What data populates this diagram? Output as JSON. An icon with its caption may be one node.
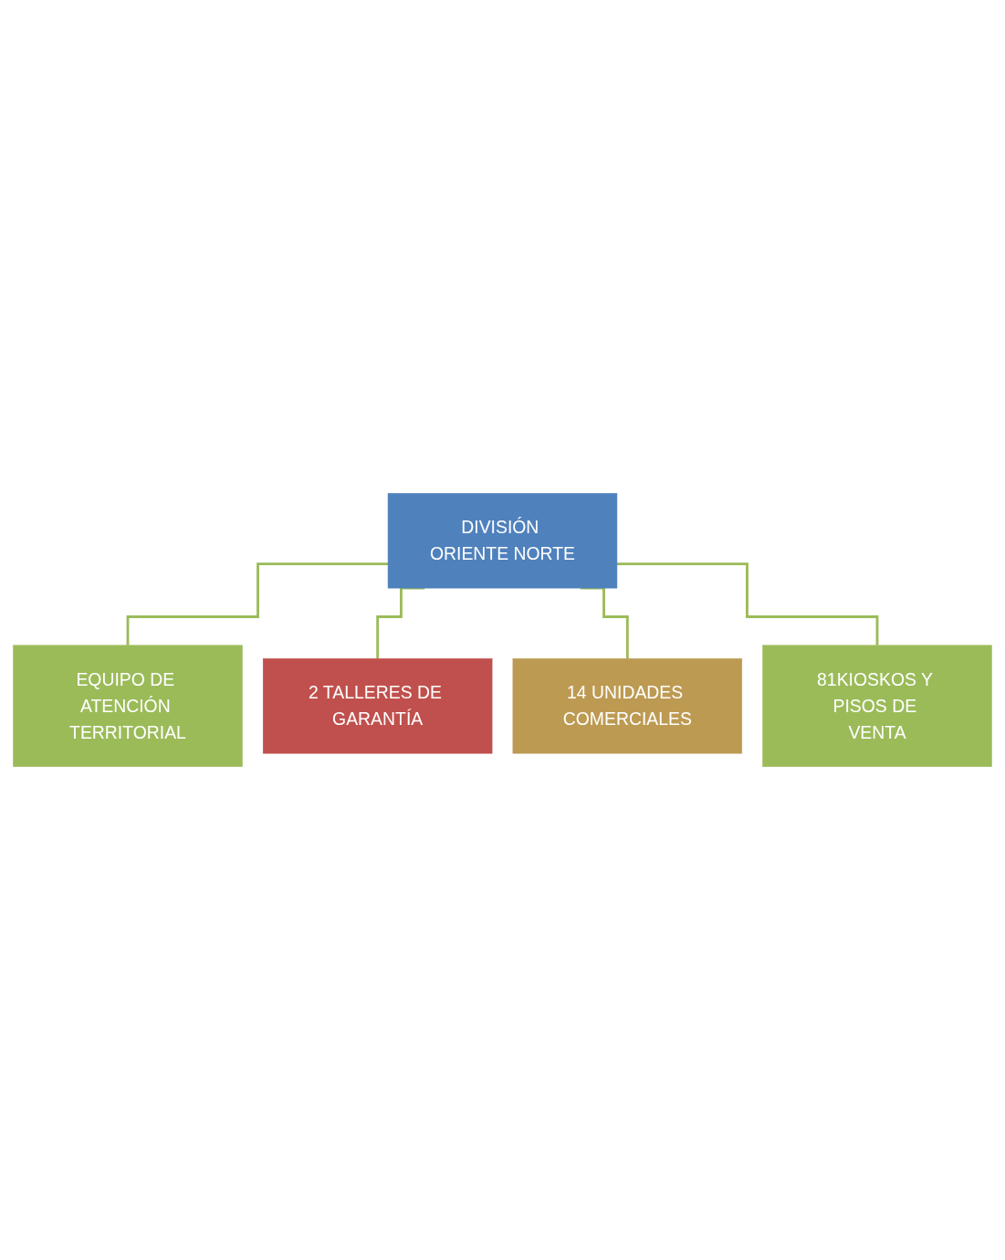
{
  "diagram": {
    "nodes": [
      {
        "text": [
          "DIVISIÓN ORIENTE NORTE"
        ]
      },
      {
        "text": [
          "EQUIPO DE ATENCIÓN TERRITORIAL"
        ]
      },
      {
        "text": [
          "2 TALLERES DE GARANTÍA"
        ]
      },
      {
        "text": [
          "14 UNIDADES COMERCIALES"
        ]
      },
      {
        "text": [
          "81KIOSKOS Y PISOS DE VENTA"
        ]
      }
    ],
    "edges": [
      {
        "from": 0,
        "to": 1,
        "arrow": "none"
      },
      {
        "from": 0,
        "to": 2,
        "arrow": "none"
      },
      {
        "from": 0,
        "to": 3,
        "arrow": "none"
      },
      {
        "from": 0,
        "to": 4,
        "arrow": "none"
      }
    ]
  }
}
